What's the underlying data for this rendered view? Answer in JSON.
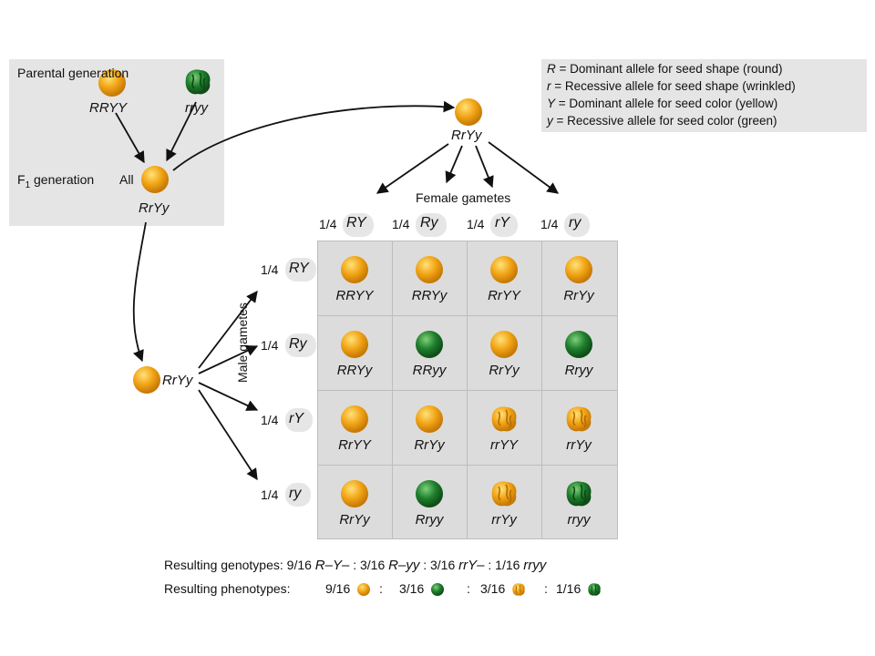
{
  "parental": {
    "label": "Parental generation",
    "genotype_left": "RRYY",
    "genotype_right": "rryy"
  },
  "f1": {
    "label": "F",
    "label_sub": "1",
    "label_rest": " generation",
    "all": "All",
    "genotype": "RrYy"
  },
  "top_parent": {
    "genotype": "RrYy"
  },
  "left_parent": {
    "genotype": "RrYy"
  },
  "legend": [
    {
      "symbol": "R",
      "text": " = Dominant allele for seed shape (round)"
    },
    {
      "symbol": "r",
      "text": "  = Recessive allele for seed shape (wrinkled)"
    },
    {
      "symbol": "Y",
      "text": " = Dominant allele for seed color (yellow)"
    },
    {
      "symbol": "y",
      "text": " = Recessive allele for seed color (green)"
    }
  ],
  "female_gametes": {
    "label": "Female gametes",
    "items": [
      {
        "fraction": "1/4",
        "allele": "RY"
      },
      {
        "fraction": "1/4",
        "allele": "Ry"
      },
      {
        "fraction": "1/4",
        "allele": "rY"
      },
      {
        "fraction": "1/4",
        "allele": "ry"
      }
    ]
  },
  "male_gametes": {
    "label": "Male gametes",
    "items": [
      {
        "fraction": "1/4",
        "allele": "RY"
      },
      {
        "fraction": "1/4",
        "allele": "Ry"
      },
      {
        "fraction": "1/4",
        "allele": "rY"
      },
      {
        "fraction": "1/4",
        "allele": "ry"
      }
    ]
  },
  "punnett": [
    [
      "RRYY",
      "RRYy",
      "RrYY",
      "RrYy"
    ],
    [
      "RRYy",
      "RRyy",
      "RrYy",
      "Rryy"
    ],
    [
      "RrYY",
      "RrYy",
      "rrYY",
      "rrYy"
    ],
    [
      "RrYy",
      "Rryy",
      "rrYy",
      "rryy"
    ]
  ],
  "punnett_seeds": [
    [
      "round-yellow",
      "round-yellow",
      "round-yellow",
      "round-yellow"
    ],
    [
      "round-yellow",
      "round-green",
      "round-yellow",
      "round-green"
    ],
    [
      "round-yellow",
      "round-yellow",
      "wrinkled-yellow",
      "wrinkled-yellow"
    ],
    [
      "round-yellow",
      "round-green",
      "wrinkled-yellow",
      "wrinkled-green"
    ]
  ],
  "genotypes_summary": {
    "label": "Resulting genotypes:",
    "a_frac": "9/16",
    "a": "R–Y–",
    "b_frac": "3/16",
    "b": "R–yy",
    "c_frac": "3/16",
    "c": "rrY–",
    "d_frac": "1/16",
    "d": "rryy",
    "sep": ":"
  },
  "phenotypes_summary": {
    "label": "Resulting phenotypes:",
    "a_frac": "9/16",
    "b_frac": "3/16",
    "c_frac": "3/16",
    "d_frac": "1/16",
    "sep": ":"
  },
  "colors": {
    "yellow_seed": "#f2a516",
    "yellow_highlight": "#ffe27a",
    "green_seed": "#1f7f2d",
    "green_highlight": "#7fd07a",
    "panel": "#e5e5e5",
    "grid": "#dcdcdc"
  }
}
